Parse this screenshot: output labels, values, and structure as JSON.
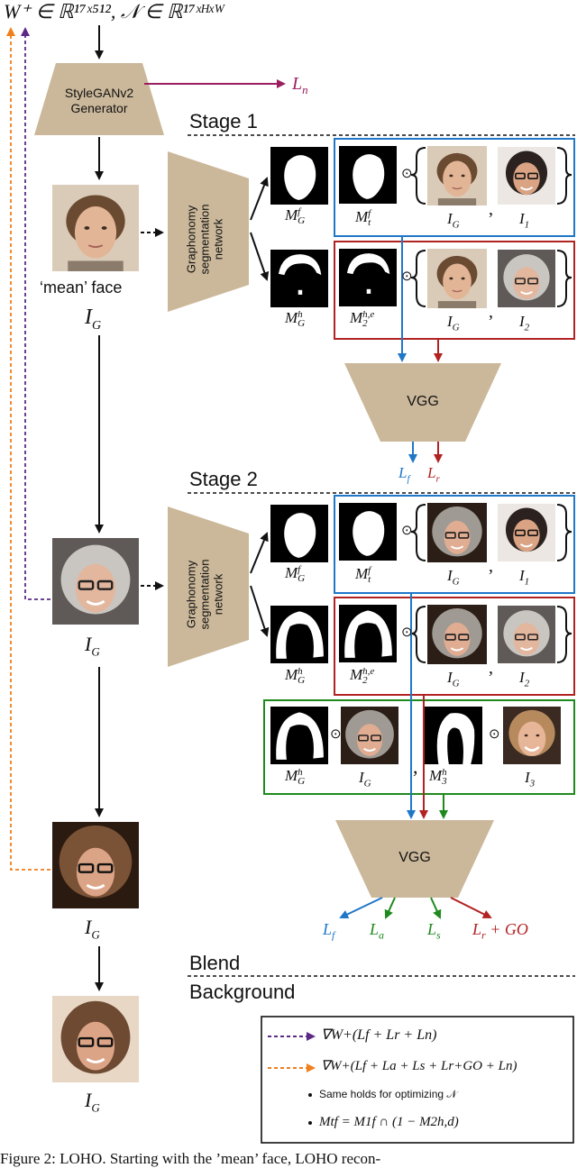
{
  "top_formula": "W⁺ ∈ ℝ¹⁷ˣ⁵¹², 𝒩 ∈ ℝ¹⁷ˣᴴˣᵂ",
  "generator": {
    "line1": "StyleGANv2",
    "line2": "Generator"
  },
  "loss_n": "L",
  "loss_n_sub": "n",
  "stages": {
    "stage1": "Stage 1",
    "stage2": "Stage 2",
    "blend": "Blend",
    "background": "Background"
  },
  "segmentation": {
    "line1": "Graphonomy",
    "line2": "segmentation",
    "line3": "network"
  },
  "mean_face_label": "‘mean’ face",
  "ig": {
    "base": "I",
    "sub": "G"
  },
  "masks": {
    "mgf": {
      "base": "M",
      "sup": "f",
      "sub": "G"
    },
    "mgh": {
      "base": "M",
      "sup": "h",
      "sub": "G"
    },
    "mtf": {
      "base": "M",
      "sup": "f",
      "sub": "t"
    },
    "m2he": {
      "base": "M",
      "sup": "h,e",
      "sub": "2"
    },
    "m3h": {
      "base": "M",
      "sup": "h",
      "sub": "3"
    }
  },
  "images": {
    "i1": {
      "base": "I",
      "sub": "1"
    },
    "i2": {
      "base": "I",
      "sub": "2"
    },
    "i3": {
      "base": "I",
      "sub": "3"
    }
  },
  "odot": "⊙",
  "comma": ",",
  "vgg": "VGG",
  "losses": {
    "lf": {
      "base": "L",
      "sub": "f"
    },
    "lr": {
      "base": "L",
      "sub": "r"
    },
    "la": {
      "base": "L",
      "sub": "a"
    },
    "ls": {
      "base": "L",
      "sub": "s"
    },
    "lrgo": {
      "base": "L",
      "sub": "r",
      "rest": " + GO"
    }
  },
  "legend": {
    "row1": "∇W+(Lf + Lr + Ln)",
    "row2": "∇W+(Lf + La + Ls + Lr+GO + Ln)",
    "row3": "Same holds for optimizing 𝒩",
    "row4": "Mtf = M1f ∩ (1 − M2h,d)"
  },
  "caption": "Figure 2: LOHO. Starting with the ’mean’ face, LOHO recon-",
  "colors": {
    "blue": "#1f77c8",
    "red": "#b22222",
    "green": "#1e8a1e",
    "purple": "#5b2a86",
    "orange": "#f07f1e",
    "magenta": "#9b1e5e",
    "tan": "#cbb89a"
  }
}
